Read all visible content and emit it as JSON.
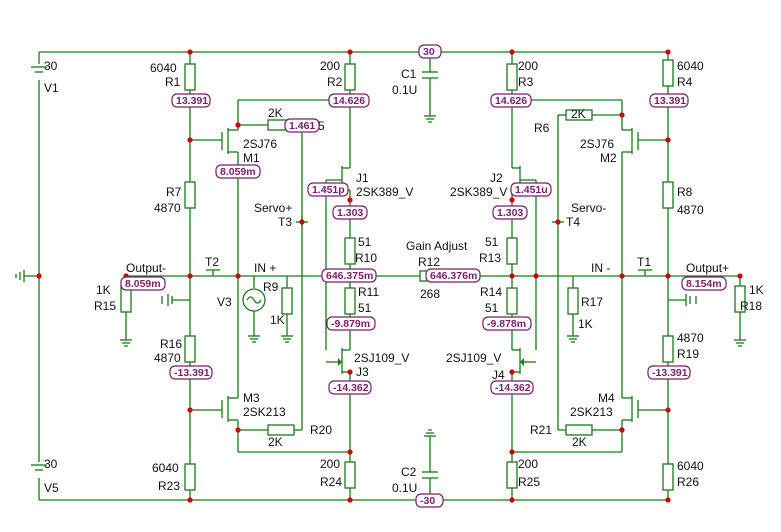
{
  "supplies": {
    "v1": {
      "name": "V1",
      "value": "30"
    },
    "v5": {
      "name": "V5",
      "value": "30"
    },
    "rail_pos": "30",
    "rail_neg": "-30"
  },
  "caps": {
    "c1": {
      "name": "C1",
      "value": "0.1U"
    },
    "c2": {
      "name": "C2",
      "value": "0.1U"
    }
  },
  "resistors": {
    "r1": {
      "name": "R1",
      "value": "6040"
    },
    "r2": {
      "name": "R2",
      "value": "200"
    },
    "r3": {
      "name": "R3",
      "value": "200"
    },
    "r4": {
      "name": "R4",
      "value": "6040"
    },
    "r5": {
      "name": "5",
      "value": "2K"
    },
    "r6": {
      "name": "R6",
      "value": "2K"
    },
    "r7": {
      "name": "R7",
      "value": "4870"
    },
    "r8": {
      "name": "R8",
      "value": "4870"
    },
    "r9": {
      "name": "R9",
      "value": "1K"
    },
    "r10": {
      "name": "R10",
      "value": "51"
    },
    "r11": {
      "name": "R11",
      "value": "51"
    },
    "r12": {
      "name": "R12",
      "value": "268"
    },
    "r13": {
      "name": "R13",
      "value": "51"
    },
    "r14": {
      "name": "R14",
      "value": "51"
    },
    "r15": {
      "name": "R15",
      "value": "1K"
    },
    "r16": {
      "name": "R16",
      "value": "4870"
    },
    "r17": {
      "name": "R17",
      "value": "1K"
    },
    "r18": {
      "name": "R18",
      "value": "1K"
    },
    "r19": {
      "name": "R19",
      "value": "4870"
    },
    "r20": {
      "name": "R20",
      "value": "2K"
    },
    "r21": {
      "name": "R21",
      "value": "2K"
    },
    "r23": {
      "name": "R23",
      "value": "6040"
    },
    "r24": {
      "name": "R24",
      "value": "200"
    },
    "r25": {
      "name": "R25",
      "value": "200"
    },
    "r26": {
      "name": "R26",
      "value": "6040"
    }
  },
  "devices": {
    "m1": {
      "name": "M1",
      "part": "2SJ76"
    },
    "m2": {
      "name": "M2",
      "part": "2SJ76"
    },
    "m3": {
      "name": "M3",
      "part": "2SK213"
    },
    "m4": {
      "name": "M4",
      "part": "2SK213"
    },
    "j1": {
      "name": "J1",
      "part": "2SK389_V"
    },
    "j2": {
      "name": "J2",
      "part": "2SK389_V"
    },
    "j3": {
      "name": "J3",
      "part": "2SJ109_V"
    },
    "j4": {
      "name": "J4",
      "part": "2SJ109_V"
    },
    "v3": {
      "name": "V3"
    }
  },
  "labels": {
    "output_minus": "Output-",
    "output_plus": "Output+",
    "in_plus": "IN +",
    "in_minus": "IN -",
    "servo_plus": "Servo+",
    "servo_minus": "Servo-",
    "gain_adjust": "Gain Adjust",
    "t1": "T1",
    "t2": "T2",
    "t3": "T3",
    "t4": "T4"
  },
  "probes": {
    "top_rail": "30",
    "bottom_rail": "-30",
    "r1_node": "13.391",
    "r2_node": "14.626",
    "r3_node": "14.626",
    "r4_node": "13.391",
    "r5_node": "1.461",
    "m1_current": "8.059m",
    "j1_current": "1.451p",
    "j2_current": "1.451u",
    "j1_source": "1.303",
    "j2_source": "1.303",
    "left_mid": "646.375m",
    "right_mid": "646.376m",
    "output_minus_current": "8.059m",
    "output_plus_current": "8.154m",
    "j3_source": "-9.879m",
    "j4_source": "-9.878m",
    "r16_node": "-13.391",
    "r19_node": "-13.391",
    "j3_drain": "-14.362",
    "j4_drain": "-14.362"
  }
}
